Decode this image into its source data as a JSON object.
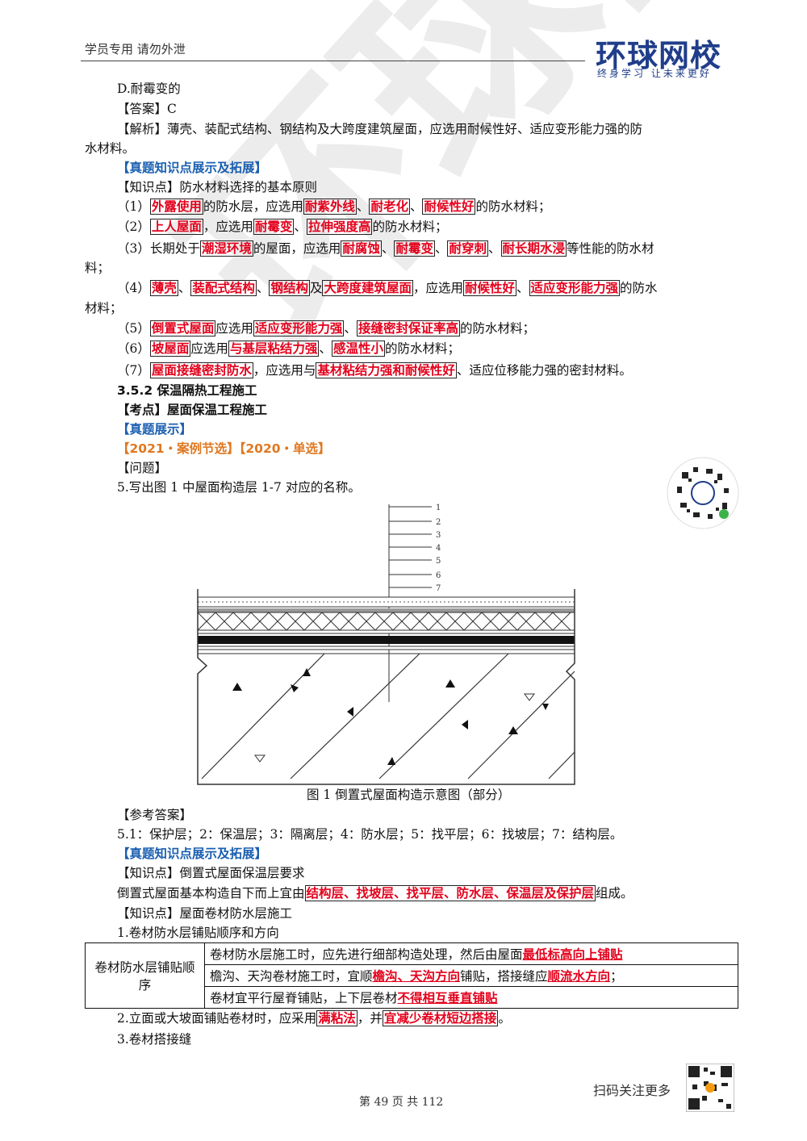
{
  "header": {
    "left_text": "学员专用 请勿外泄",
    "logo": "环球网校",
    "slogan": "终身学习 让未来更好"
  },
  "watermark": "环球网校",
  "lines": {
    "l1": "D.耐霉变的",
    "l2": "【答案】C",
    "l3a": "【解析】薄壳、装配式结构、钢结构及大跨度建筑屋面，应选用耐候性好、适应变形能力强的防",
    "l3b": "水材料。",
    "l4": "【真题知识点展示及拓展】",
    "l5": "【知识点】防水材料选择的基本原则",
    "i1": {
      "n": "（1）",
      "a": "外露使用",
      "b": "的防水层，应选用",
      "c": "耐紫外线",
      "d": "、",
      "e": "耐老化",
      "f": "、",
      "g": "耐候性好",
      "h": "的防水材料；"
    },
    "i2": {
      "n": "（2）",
      "a": "上人屋面",
      "b": "，应选用",
      "c": "耐霉变",
      "d": "、",
      "e": "拉伸强度高",
      "f": "的防水材料；"
    },
    "i3": {
      "n": "（3）长期处于",
      "a": "潮湿环境",
      "b": "的屋面，应选用",
      "c": "耐腐蚀",
      "d": "、",
      "e": "耐霉变",
      "f": "、",
      "g": "耐穿刺",
      "h": "、",
      "i": "耐长期水浸",
      "j": "等性能的防水材",
      "k": "料；"
    },
    "i4": {
      "n": "（4）",
      "a": "薄壳",
      "b": "、",
      "c": "装配式结构",
      "d": "、",
      "e": "钢结构",
      "f": "及",
      "g": "大跨度建筑屋面",
      "h": "，应选用",
      "i": "耐候性好",
      "j": "、",
      "k": "适应变形能力强",
      "l": "的防水",
      "m": "材料；"
    },
    "i5": {
      "n": "（5）",
      "a": "倒置式屋面",
      "b": "应选用",
      "c": "适应变形能力强",
      "d": "、",
      "e": "接缝密封保证率高",
      "f": "的防水材料；"
    },
    "i6": {
      "n": "（6）",
      "a": "坡屋面",
      "b": "应选用",
      "c": "与基层粘结力强",
      "d": "、",
      "e": "感温性小",
      "f": "的防水材料；"
    },
    "i7": {
      "n": "（7）",
      "a": "屋面接缝密封防水",
      "b": "，应选用与",
      "c": "基材粘结力强和耐候性好",
      "d": "、适应位移能力强的密封材料。"
    },
    "s1": "3.5.2 保温隔热工程施工",
    "s2": "【考点】屋面保温工程施工",
    "s3": "【真题展示】",
    "s4": "【2021・案例节选】【2020・单选】",
    "s5": "【问题】",
    "s6": "5.写出图 1 中屋面构造层 1-7 对应的名称。",
    "caption": "图 1  倒置式屋面构造示意图（部分）",
    "a1": "【参考答案】",
    "a2": "5.1：保护层；2：保温层；3：隔离层；4：防水层；5：找平层；6：找坡层；7：结构层。",
    "a3": "【真题知识点展示及拓展】",
    "a4": "【知识点】倒置式屋面保温层要求",
    "a5": {
      "pre": "倒置式屋面基本构造自下而上宜由",
      "hl": "结构层、找坡层、找平层、防水层、保温层及保护层",
      "post": "组成。"
    },
    "a6": "【知识点】屋面卷材防水层施工",
    "a7": "1.卷材防水层铺贴顺序和方向",
    "b1": {
      "pre": "2.立面或大坡面铺贴卷材时，应采用",
      "a": "满粘法",
      "mid": "，并",
      "b": "宜减少卷材短边搭接",
      "post": "。"
    },
    "b2": "3.卷材搭接缝"
  },
  "figure_labels": [
    "1",
    "2",
    "3",
    "4",
    "5",
    "6",
    "7"
  ],
  "table": {
    "head": "卷材防水层铺贴顺序",
    "r1": {
      "pre": "卷材防水层施工时，应先进行细部构造处理，然后由屋面",
      "hl": "最低标高向上铺贴"
    },
    "r2": {
      "pre": "檐沟、天沟卷材施工时，宜顺",
      "a": "檐沟、天沟方向",
      "mid": "铺贴，搭接缝应",
      "b": "顺流水方向",
      "post": "；"
    },
    "r3": {
      "pre": "卷材宜平行屋脊铺贴，上下层卷材",
      "hl": "不得相互垂直铺贴"
    }
  },
  "footer": {
    "page": "第 49 页 共 112",
    "qr_text": "扫码关注更多"
  }
}
